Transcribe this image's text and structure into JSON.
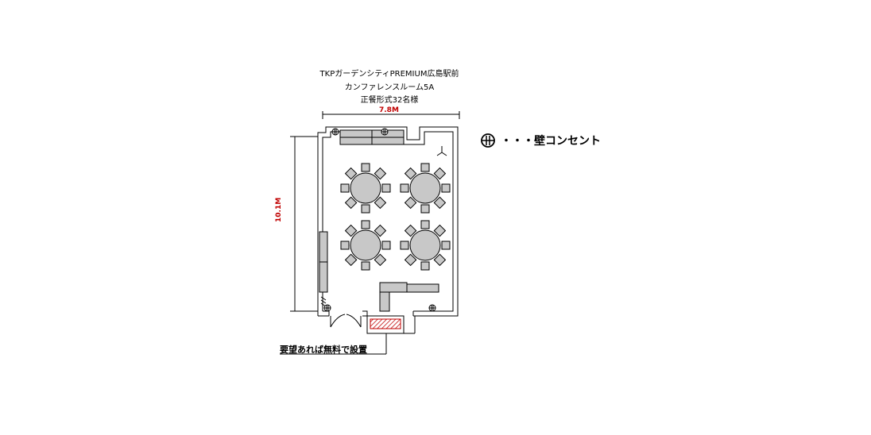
{
  "header": {
    "venue": "TKPガーデンシティPREMIUM広島駅前",
    "room": "カンファレンスルーム5A",
    "layout": "正餐形式32名様"
  },
  "dimensions": {
    "width": "7.8M",
    "height": "10.1M"
  },
  "legend": {
    "outlet_label": "・・・壁コンセント",
    "icon": "wall-outlet-icon"
  },
  "note": "要望あれば無料で設置",
  "colors": {
    "dimension_text": "#c00000",
    "table_fill": "#c8c8c8",
    "hatch": "#c00000"
  },
  "plan": {
    "round_tables": 4,
    "chairs_per_table": 8
  }
}
